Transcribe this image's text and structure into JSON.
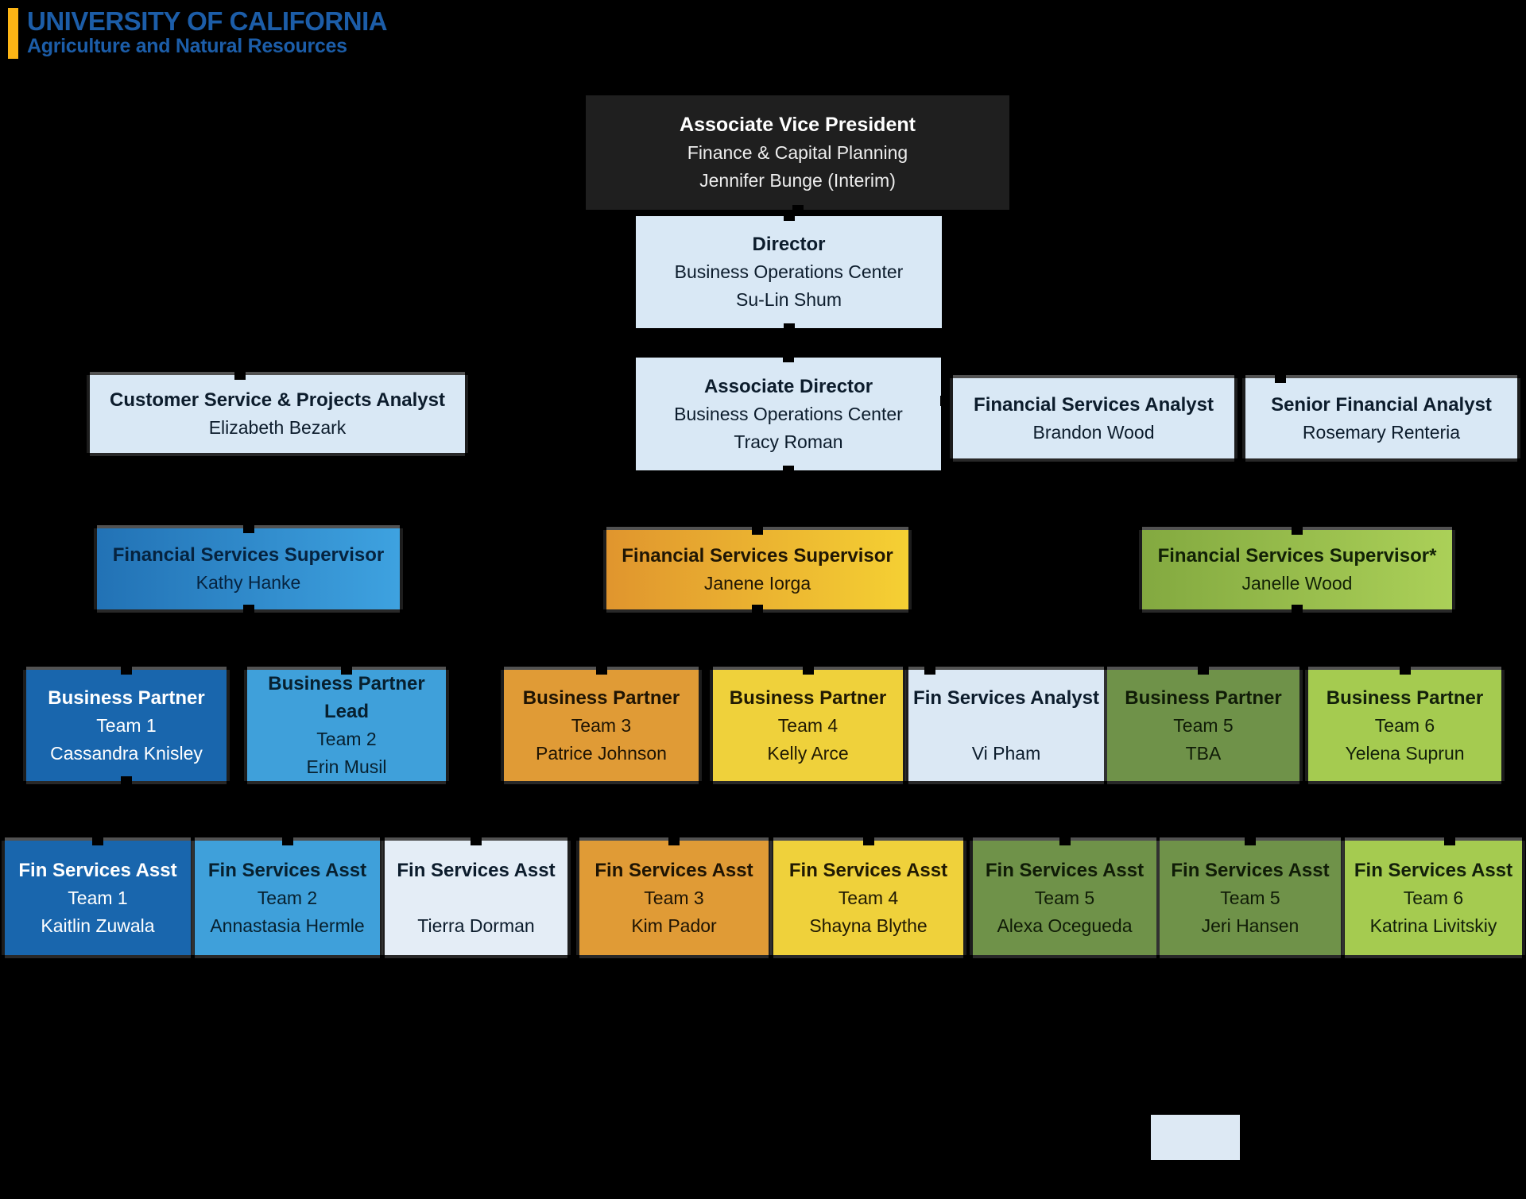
{
  "logo": {
    "line1": "UNIVERSITY OF CALIFORNIA",
    "line2": "Agriculture and Natural Resources",
    "bar_color": "#FDB515",
    "text_color": "#1C5DA8"
  },
  "org": {
    "avp": {
      "title": "Associate Vice President",
      "dept": "Finance & Capital Planning",
      "name": "Jennifer Bunge (Interim)"
    },
    "director": {
      "title": "Director",
      "dept": "Business Operations Center",
      "name": "Su-Lin Shum"
    },
    "associate_director": {
      "title": "Associate Director",
      "dept": "Business Operations Center",
      "name": "Tracy Roman"
    },
    "customer_service_analyst": {
      "title": "Customer Service & Projects Analyst",
      "name": "Elizabeth Bezark"
    },
    "financial_services_analyst": {
      "title": "Financial Services Analyst",
      "name": "Brandon Wood"
    },
    "senior_financial_analyst": {
      "title": "Senior Financial Analyst",
      "name": "Rosemary Renteria"
    },
    "supervisors": [
      {
        "title": "Financial Services Supervisor",
        "name": "Kathy Hanke"
      },
      {
        "title": "Financial Services Supervisor",
        "name": "Janene Iorga"
      },
      {
        "title": "Financial Services Supervisor*",
        "name": "Janelle Wood"
      }
    ],
    "business_partners": [
      {
        "title": "Business Partner",
        "team": "Team 1",
        "name": "Cassandra Knisley"
      },
      {
        "title": "Business Partner Lead",
        "team": "Team 2",
        "name": "Erin Musil"
      },
      {
        "title": "Business Partner",
        "team": "Team 3",
        "name": "Patrice Johnson"
      },
      {
        "title": "Business Partner",
        "team": "Team 4",
        "name": "Kelly Arce"
      },
      {
        "title": "Fin Services Analyst",
        "team": "",
        "name": "Vi Pham"
      },
      {
        "title": "Business Partner",
        "team": "Team 5",
        "name": "TBA"
      },
      {
        "title": "Business Partner",
        "team": "Team 6",
        "name": "Yelena Suprun"
      }
    ],
    "fin_services_assistants": [
      {
        "title": "Fin Services Asst",
        "team": "Team 1",
        "name": "Kaitlin Zuwala"
      },
      {
        "title": "Fin Services Asst",
        "team": "Team 2",
        "name": "Annastasia Hermle"
      },
      {
        "title": "Fin Services Asst",
        "team": "",
        "name": "Tierra Dorman"
      },
      {
        "title": "Fin Services Asst",
        "team": "Team 3",
        "name": "Kim Pador"
      },
      {
        "title": "Fin Services Asst",
        "team": "Team 4",
        "name": "Shayna Blythe"
      },
      {
        "title": "Fin Services Asst",
        "team": "Team 5",
        "name": "Alexa Ocegueda"
      },
      {
        "title": "Fin Services Asst",
        "team": "Team 5",
        "name": "Jeri Hansen"
      },
      {
        "title": "Fin Services Asst",
        "team": "Team 6",
        "name": "Katrina Livitskiy"
      }
    ]
  },
  "legend": {
    "swatch_color": "#DDE9F4"
  },
  "colors": {
    "background": "#000000",
    "avp_dark_box": "#1F1F1F",
    "light_blue_box": "#D9E8F5",
    "blue_gradient_start": "#2272B5",
    "blue_gradient_end": "#3EA2E0",
    "orange_gradient_start": "#E0952E",
    "orange_gradient_end": "#F5D033",
    "green_gradient_start": "#83A940",
    "green_gradient_end": "#ABD058",
    "team1_blue": "#1966AD",
    "team2_blue": "#3FA0DA",
    "team3_orange": "#E09B36",
    "team4_yellow": "#EFD13B",
    "team5_green": "#6F9249",
    "team6_green": "#A5CB50",
    "analyst_pale_blue": "#E4EDF6"
  }
}
